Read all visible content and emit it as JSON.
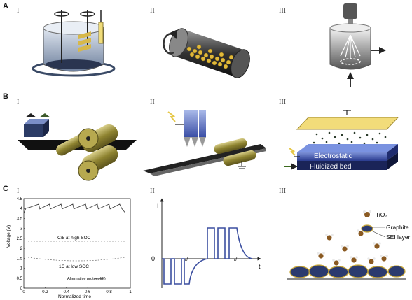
{
  "figure": {
    "row_labels": {
      "a": "A",
      "b": "B",
      "c": "C"
    },
    "panel_labels": {
      "p1": "I",
      "p2": "II",
      "p3": "III"
    },
    "row_b": {
      "electrostatic": "Electrostatic",
      "fluidized_bed": "Fluidized bed"
    },
    "row_c": {
      "voltage_chart": {
        "ylabel": "Voltage (V)",
        "xlabel": "Normalized time",
        "annotation_high": "C/5 at high SOC",
        "annotation_low": "1C at low SOC",
        "legend": "Alternative protocol(II)"
      },
      "current_chart": {
        "y_axis_label": "I",
        "x_axis_label": "t",
        "zero_label": "0"
      },
      "coating_legend": {
        "tio2": "TiO₂",
        "graphite": "Graphite",
        "sei": "SEI layer"
      }
    }
  },
  "chart_data": [
    {
      "type": "line",
      "xlabel": "Normalized time",
      "ylabel": "Voltage (V)",
      "xlim": [
        0,
        1
      ],
      "ylim": [
        0,
        4.5
      ],
      "xticks": [
        "0",
        "0.2",
        "0.4",
        "0.6",
        "0.8",
        "1"
      ],
      "yticks": [
        "0",
        "0.5",
        "1",
        "1.5",
        "2",
        "2.5",
        "3",
        "3.5",
        "4",
        "4.5"
      ],
      "series": [
        {
          "name": "Alternative protocol(II)",
          "x": [
            0,
            0.02,
            0.05,
            0.14,
            0.15,
            0.24,
            0.25,
            0.35,
            0.36,
            0.46,
            0.47,
            0.58,
            0.59,
            0.69,
            0.7,
            0.8,
            0.81,
            0.9,
            0.92,
            0.95
          ],
          "y": [
            3.75,
            4.02,
            4.05,
            4.22,
            3.98,
            4.22,
            3.98,
            4.22,
            3.98,
            4.22,
            3.98,
            4.22,
            3.98,
            4.22,
            3.98,
            4.22,
            3.98,
            4.22,
            4.0,
            3.8
          ]
        }
      ],
      "annotations": [
        "C/5 at high SOC",
        "1C at low SOC"
      ]
    },
    {
      "type": "line",
      "xlabel": "t",
      "ylabel": "I",
      "yticks": [
        "0"
      ]
    }
  ]
}
